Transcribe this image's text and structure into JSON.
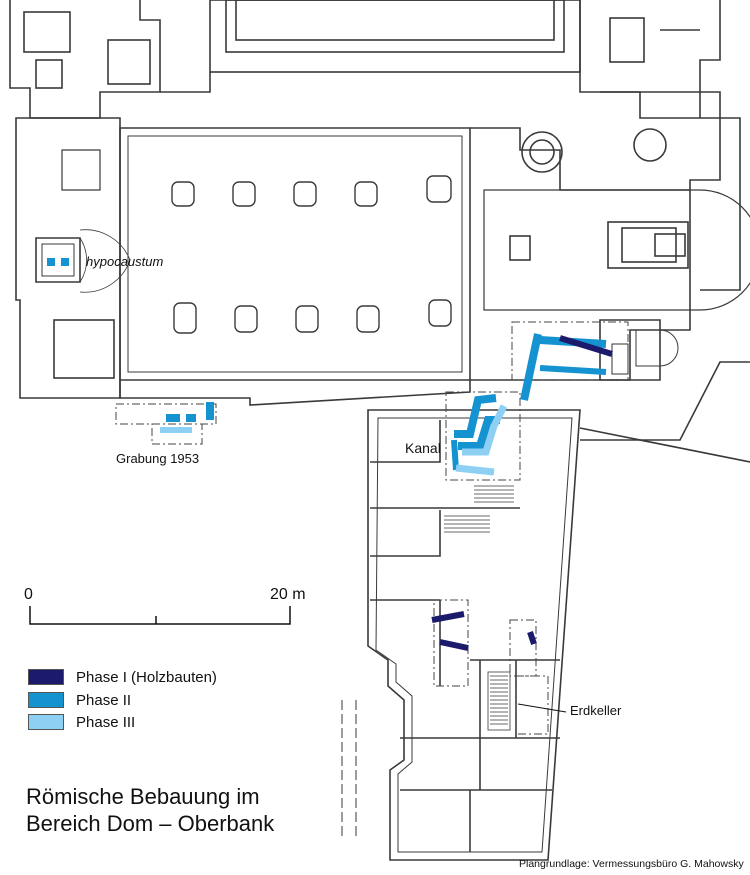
{
  "map": {
    "title_line1": "Römische Bebauung im",
    "title_line2": "Bereich Dom – Oberbank",
    "credit": "Plangrundlage: Vermessungsbüro G. Mahowsky",
    "labels": {
      "hypocaustum": "hypocaustum",
      "kanal": "Kanal",
      "grabung": "Grabung 1953",
      "erdkeller": "Erdkeller"
    },
    "scale_bar": {
      "start_label": "0",
      "end_label": "20 m"
    },
    "legend": [
      {
        "label": "Phase I (Holzbauten)",
        "color": "#1c1a6b"
      },
      {
        "label": "Phase II",
        "color": "#1592d0"
      },
      {
        "label": "Phase III",
        "color": "#8dd0f3"
      }
    ]
  }
}
